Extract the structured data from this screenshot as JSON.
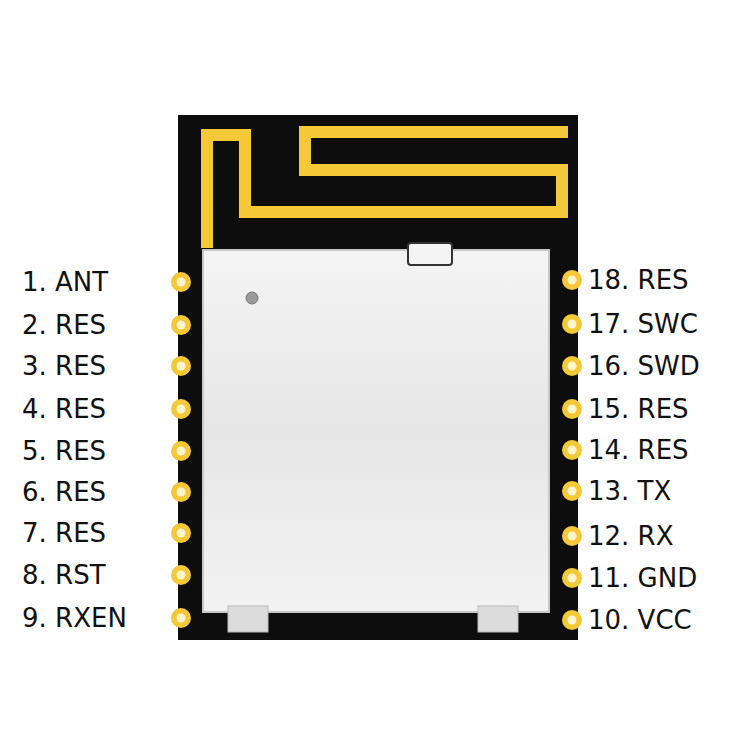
{
  "diagram": {
    "labels": [
      "1. ANT",
      "2. RES",
      "3. RES",
      "4. RES",
      "5. RES",
      "6. RES",
      "7. RES",
      "8. RST",
      "9. RXEN",
      "18. RES",
      "17. SWC",
      "16. SWD",
      "15. RES",
      "14. RES",
      "13. TX",
      "12. RX",
      "11. GND",
      "10. VCC"
    ]
  }
}
